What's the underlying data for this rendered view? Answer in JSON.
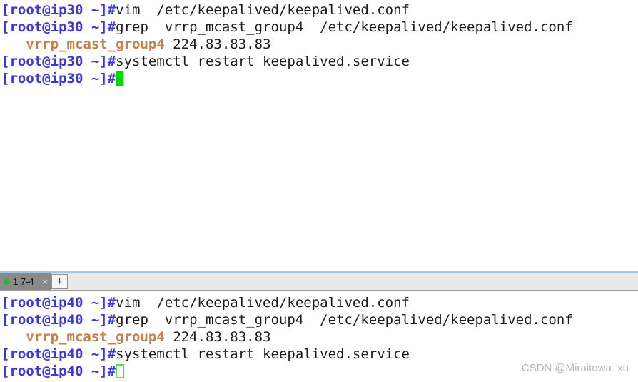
{
  "colors": {
    "prompt_blue": "#3b38dd",
    "command_text": "#1c1c1c",
    "grep_match_tan": "#c4814f",
    "cursor_green": "#00d800",
    "unfocused_cursor_green": "#55dd55",
    "tab_accent_blue": "#a3c8e2",
    "tab_bar_gray": "#e9e9e9",
    "active_tab_gray": "#8a8a8a",
    "session_dot_green": "#2eae2e",
    "watermark_gray": "#b5b5b5"
  },
  "terminal_top": {
    "host": "ip30",
    "line1": {
      "prompt": "[root@ip30 ~]#",
      "command": "vim  /etc/keepalived/keepalived.conf"
    },
    "line2": {
      "prompt": "[root@ip30 ~]#",
      "command": "grep  vrrp_mcast_group4  /etc/keepalived/keepalived.conf"
    },
    "line3": {
      "indent": "   ",
      "match": "vrrp_mcast_group4",
      "value": " 224.83.83.83"
    },
    "line4": {
      "prompt": "[root@ip30 ~]#",
      "command": "systemctl restart keepalived.service"
    },
    "line5": {
      "prompt": "[root@ip30 ~]#"
    }
  },
  "tab_bar": {
    "tab": {
      "accelerator": "1",
      "title": " 7-4",
      "close_label": "×"
    },
    "new_tab_label": "+"
  },
  "terminal_bottom": {
    "host": "ip40",
    "line1": {
      "prompt": "[root@ip40 ~]#",
      "command": "vim  /etc/keepalived/keepalived.conf"
    },
    "line2": {
      "prompt": "[root@ip40 ~]#",
      "command": "grep  vrrp_mcast_group4  /etc/keepalived/keepalived.conf"
    },
    "line3": {
      "indent": "   ",
      "match": "vrrp_mcast_group4",
      "value": " 224.83.83.83"
    },
    "line4": {
      "prompt": "[root@ip40 ~]#",
      "command": "systemctl restart keepalived.service"
    },
    "line5": {
      "prompt": "[root@ip40 ~]#"
    }
  },
  "watermark": "CSDN @Miraitowa_xu"
}
